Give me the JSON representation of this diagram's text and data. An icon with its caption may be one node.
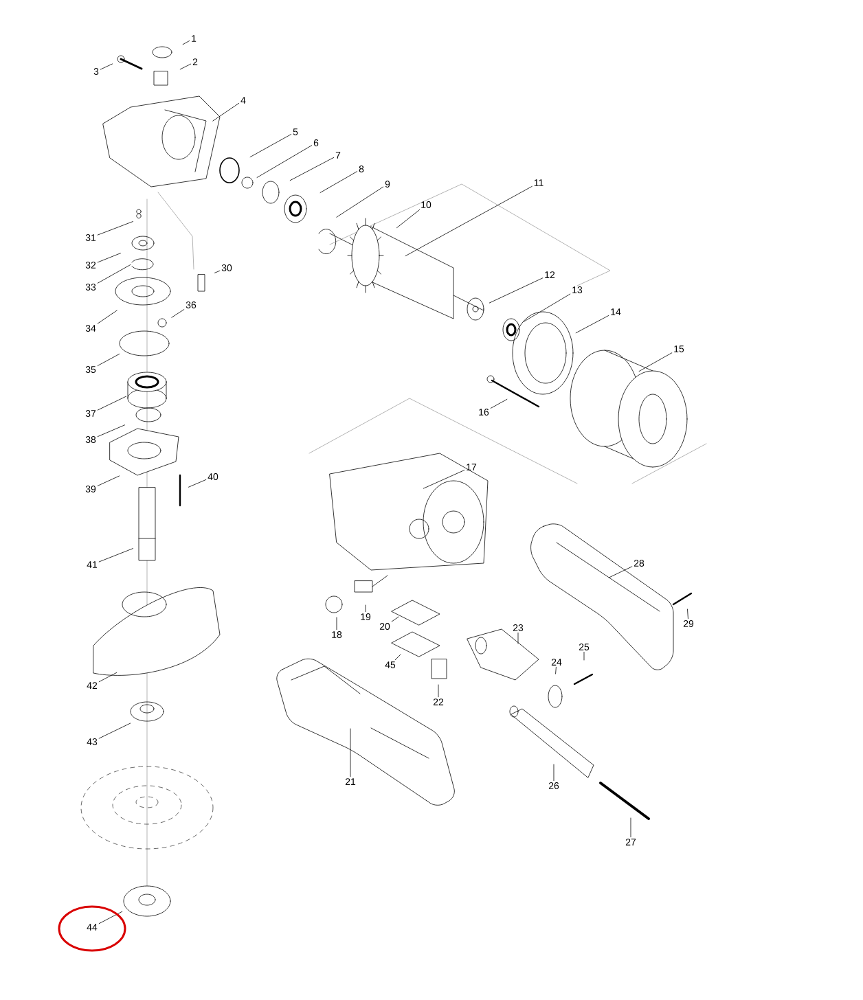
{
  "diagram": {
    "nodes": [
      {
        "text": [
          "1"
        ]
      },
      {
        "text": [
          "2"
        ]
      },
      {
        "text": [
          "3"
        ]
      },
      {
        "text": [
          "4"
        ]
      },
      {
        "text": [
          "5"
        ]
      },
      {
        "text": [
          "6"
        ]
      },
      {
        "text": [
          "7"
        ]
      },
      {
        "text": [
          "8"
        ]
      },
      {
        "text": [
          "9"
        ]
      },
      {
        "text": [
          "10"
        ]
      },
      {
        "text": [
          "11"
        ]
      },
      {
        "text": [
          "12"
        ]
      },
      {
        "text": [
          "13"
        ]
      },
      {
        "text": [
          "14"
        ]
      },
      {
        "text": [
          "15"
        ]
      },
      {
        "text": [
          "16"
        ]
      },
      {
        "text": [
          "17"
        ]
      },
      {
        "text": [
          "18"
        ]
      },
      {
        "text": [
          "19"
        ]
      },
      {
        "text": [
          "20"
        ]
      },
      {
        "text": [
          "21"
        ]
      },
      {
        "text": [
          "22"
        ]
      },
      {
        "text": [
          "23"
        ]
      },
      {
        "text": [
          "24"
        ]
      },
      {
        "text": [
          "25"
        ]
      },
      {
        "text": [
          "26"
        ]
      },
      {
        "text": [
          "27"
        ]
      },
      {
        "text": [
          "28"
        ]
      },
      {
        "text": [
          "29"
        ]
      },
      {
        "text": [
          "30"
        ]
      },
      {
        "text": [
          "31"
        ]
      },
      {
        "text": [
          "32"
        ]
      },
      {
        "text": [
          "33"
        ]
      },
      {
        "text": [
          "34"
        ]
      },
      {
        "text": [
          "35"
        ]
      },
      {
        "text": [
          "36"
        ]
      },
      {
        "text": [
          "37"
        ]
      },
      {
        "text": [
          "38"
        ]
      },
      {
        "text": [
          "39"
        ]
      },
      {
        "text": [
          "40"
        ]
      },
      {
        "text": [
          "41"
        ]
      },
      {
        "text": [
          "42"
        ]
      },
      {
        "text": [
          "43"
        ]
      },
      {
        "text": [
          "44"
        ]
      },
      {
        "text": [
          "45"
        ]
      }
    ],
    "edges": [
      {
        "from": 0,
        "to": null,
        "arrow": "none"
      },
      {
        "from": 1,
        "to": null,
        "arrow": "none"
      },
      {
        "from": 2,
        "to": null,
        "arrow": "none"
      },
      {
        "from": 3,
        "to": null,
        "arrow": "none"
      },
      {
        "from": 4,
        "to": null,
        "arrow": "none"
      },
      {
        "from": 5,
        "to": null,
        "arrow": "none"
      },
      {
        "from": 6,
        "to": null,
        "arrow": "none"
      },
      {
        "from": 7,
        "to": null,
        "arrow": "none"
      },
      {
        "from": 8,
        "to": null,
        "arrow": "none"
      },
      {
        "from": 9,
        "to": null,
        "arrow": "none"
      },
      {
        "from": 10,
        "to": null,
        "arrow": "none"
      },
      {
        "from": 11,
        "to": null,
        "arrow": "none"
      },
      {
        "from": 12,
        "to": null,
        "arrow": "none"
      },
      {
        "from": 13,
        "to": null,
        "arrow": "none"
      },
      {
        "from": 14,
        "to": null,
        "arrow": "none"
      },
      {
        "from": 15,
        "to": null,
        "arrow": "none"
      },
      {
        "from": 16,
        "to": null,
        "arrow": "none"
      },
      {
        "from": 17,
        "to": null,
        "arrow": "none"
      },
      {
        "from": 18,
        "to": null,
        "arrow": "none"
      },
      {
        "from": 19,
        "to": null,
        "arrow": "none"
      },
      {
        "from": 20,
        "to": null,
        "arrow": "none"
      },
      {
        "from": 21,
        "to": null,
        "arrow": "none"
      },
      {
        "from": 22,
        "to": null,
        "arrow": "none"
      },
      {
        "from": 23,
        "to": null,
        "arrow": "none"
      },
      {
        "from": 24,
        "to": null,
        "arrow": "none"
      },
      {
        "from": 25,
        "to": null,
        "arrow": "none"
      },
      {
        "from": 26,
        "to": null,
        "arrow": "none"
      },
      {
        "from": 27,
        "to": null,
        "arrow": "none"
      },
      {
        "from": 28,
        "to": null,
        "arrow": "none"
      },
      {
        "from": 29,
        "to": null,
        "arrow": "none"
      },
      {
        "from": 30,
        "to": null,
        "arrow": "none"
      },
      {
        "from": 31,
        "to": null,
        "arrow": "none"
      },
      {
        "from": 32,
        "to": null,
        "arrow": "none"
      },
      {
        "from": 33,
        "to": null,
        "arrow": "none"
      },
      {
        "from": 34,
        "to": null,
        "arrow": "none"
      },
      {
        "from": 35,
        "to": null,
        "arrow": "none"
      },
      {
        "from": 36,
        "to": null,
        "arrow": "none"
      },
      {
        "from": 37,
        "to": null,
        "arrow": "none"
      },
      {
        "from": 38,
        "to": null,
        "arrow": "none"
      },
      {
        "from": 39,
        "to": null,
        "arrow": "none"
      },
      {
        "from": 40,
        "to": null,
        "arrow": "none"
      },
      {
        "from": 41,
        "to": null,
        "arrow": "none"
      },
      {
        "from": 42,
        "to": null,
        "arrow": "none"
      },
      {
        "from": 43,
        "to": null,
        "arrow": "none"
      },
      {
        "from": 44,
        "to": null,
        "arrow": "none"
      }
    ]
  }
}
